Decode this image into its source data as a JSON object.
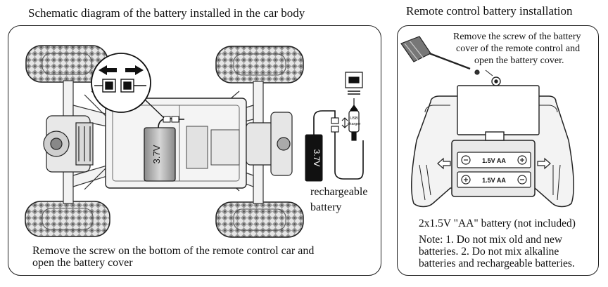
{
  "left_panel": {
    "title": "Schematic diagram of the battery installed in the car body",
    "car_battery_label": "3.7V",
    "loose_battery_label": "3.7V",
    "usb_label_1": "USB",
    "usb_label_2": "charger",
    "rechargeable_line1": "rechargeable",
    "rechargeable_line2": "battery",
    "instruction_line1": "Remove the screw on the bottom of the remote control car and",
    "instruction_line2": "open the battery cover"
  },
  "right_panel": {
    "title": "Remote control battery installation",
    "screw_note_line1": "Remove the screw of the battery",
    "screw_note_line2": "cover of the remote control and",
    "screw_note_line3": "open the battery cover.",
    "aa_label_1": "1.5V AA",
    "aa_label_2": "1.5V AA",
    "battery_spec": "2x1.5V \"AA\" battery (not included)",
    "note_line1": "Note: 1. Do not mix old and new",
    "note_line2": "batteries. 2. Do not mix alkaline",
    "note_line3": "batteries and rechargeable batteries."
  }
}
